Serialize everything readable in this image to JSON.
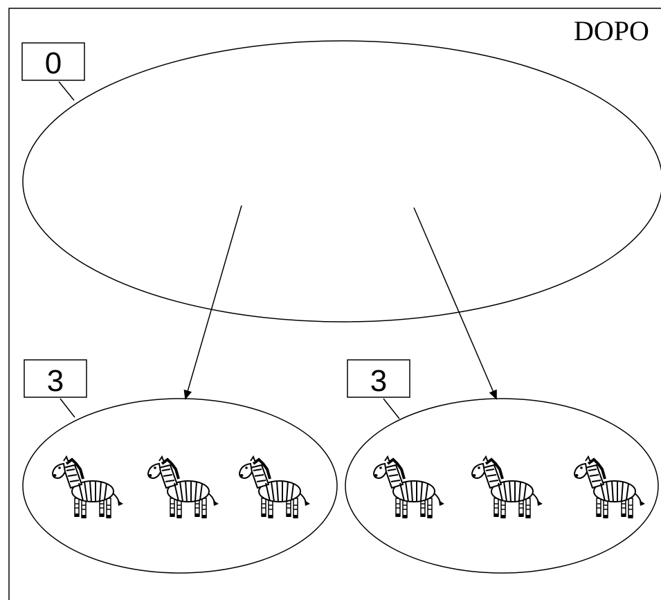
{
  "heading": "DOPO",
  "groups": [
    {
      "id": "top",
      "count_label": "0",
      "zebras": 0
    },
    {
      "id": "left",
      "count_label": "3",
      "zebras": 3
    },
    {
      "id": "right",
      "count_label": "3",
      "zebras": 3
    }
  ],
  "icons": {
    "animal": "zebra-icon",
    "arrow": "arrow"
  },
  "colors": {
    "line": "#000000",
    "background": "#ffffff"
  }
}
